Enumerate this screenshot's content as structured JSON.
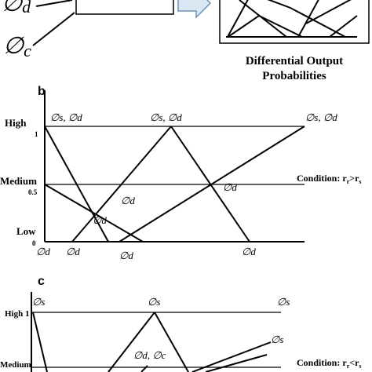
{
  "top": {
    "input_d": "∅d",
    "input_c": "∅c",
    "output_caption_line1": "Differential Output",
    "output_caption_line2": "Probabilities"
  },
  "panel_b": {
    "letter": "b",
    "y_levels": {
      "high": "High",
      "high_value": "1",
      "medium": "Medium",
      "medium_value": "0.5",
      "low": "Low",
      "origin": "0"
    },
    "labels": {
      "top_left": "∅s, ∅d",
      "top_mid": "∅s, ∅d",
      "top_right": "∅s, ∅d",
      "mid_cross": "∅d",
      "inner_1": "∅d",
      "inner_2": "∅d",
      "bottom_1": "∅d",
      "bottom_2": "∅d",
      "bottom_3": "∅d",
      "bottom_4": "∅d"
    },
    "condition": "Condition: rr>rs"
  },
  "panel_c": {
    "letter": "c",
    "y_levels": {
      "high": "High 1",
      "medium": "Medium"
    },
    "labels": {
      "top_left": "∅s",
      "top_mid": "∅s",
      "top_right": "∅s",
      "right_mid": "∅s",
      "inner": "∅d, ∅c"
    },
    "condition": "Condition: rr<rs"
  }
}
